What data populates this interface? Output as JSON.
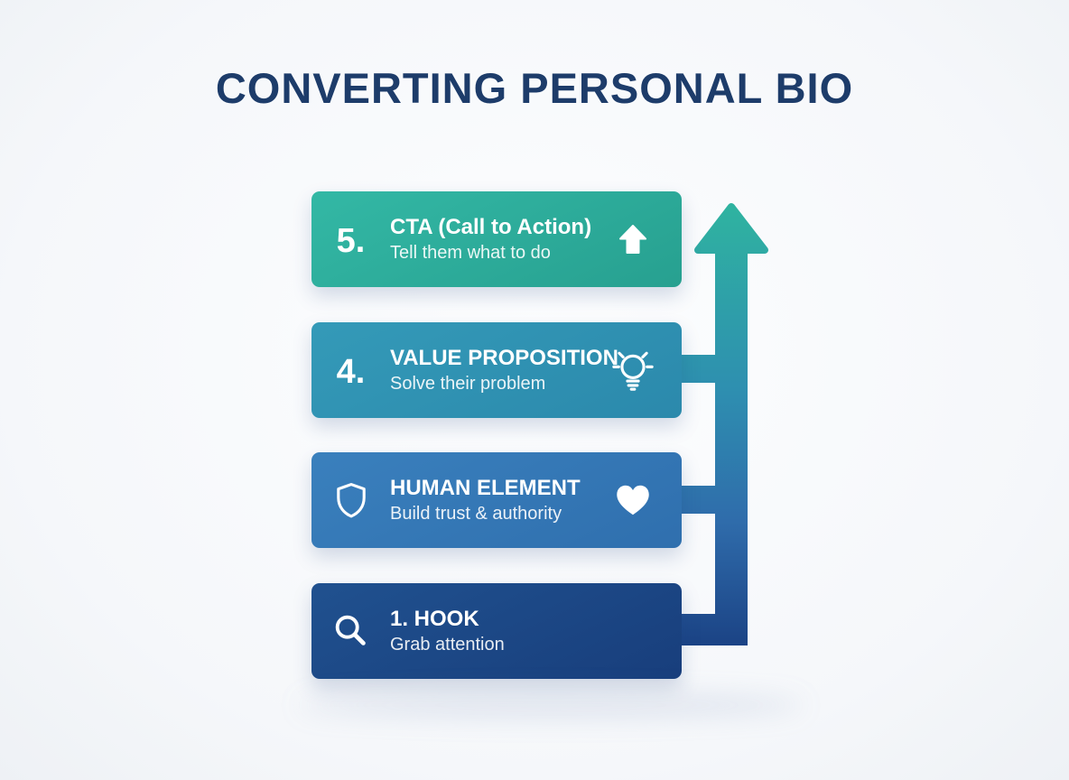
{
  "title": "CONVERTING PERSONAL BIO",
  "palette": {
    "title_color": "#1d3c6a",
    "background": "#f5f7fa",
    "arrow_gradient_top": "#2fb3a0",
    "arrow_gradient_mid": "#2e8fb0",
    "arrow_gradient_bottom": "#1b4385"
  },
  "arrow": {
    "direction": "up"
  },
  "cards": [
    {
      "name": "cta",
      "number": "5.",
      "title": "CTA (Call to Action)",
      "subtitle": "Tell them what to do",
      "right_icon": "arrow-up-icon",
      "color": "#2bab9a"
    },
    {
      "name": "value-proposition",
      "number": "4.",
      "title": "VALUE PROPOSITION",
      "subtitle": "Solve their problem",
      "right_icon": "lightbulb-icon",
      "color": "#2e93b2"
    },
    {
      "name": "human-element",
      "left_icon": "shield-icon",
      "title": "HUMAN ELEMENT",
      "subtitle": "Build trust & authority",
      "right_icon": "heart-icon",
      "color": "#3478b6"
    },
    {
      "name": "hook",
      "left_icon": "search-icon",
      "title": "1. HOOK",
      "subtitle": "Grab attention",
      "color": "#1b4586"
    }
  ]
}
